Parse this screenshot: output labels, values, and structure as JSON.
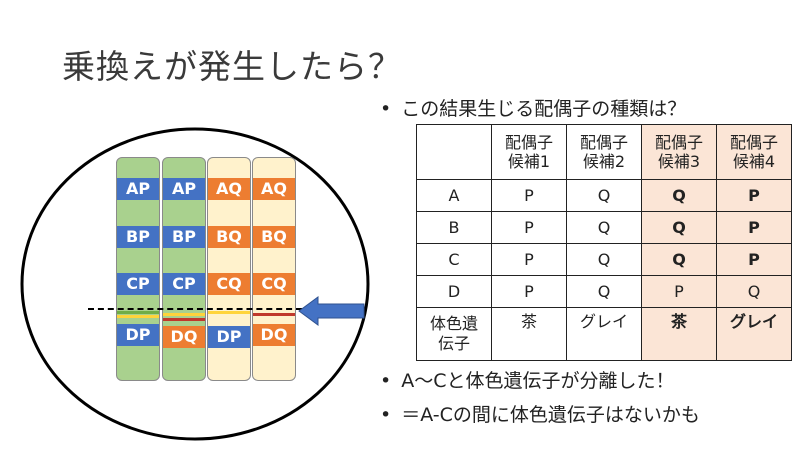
{
  "title": "乗換えが発生したら？",
  "bullets": {
    "top": "この結果生じる配偶子の種類は？",
    "b1": "A～Cと体色遺伝子が分離した！",
    "b2": "＝A-Cの間に体色遺伝子はないかも"
  },
  "chromosomes": {
    "c1": [
      "AP",
      "BP",
      "CP",
      "DP"
    ],
    "c2": [
      "AP",
      "BP",
      "CP",
      "DQ"
    ],
    "c3": [
      "AQ",
      "BQ",
      "CQ",
      "DP"
    ],
    "c4": [
      "AQ",
      "BQ",
      "CQ",
      "DQ"
    ]
  },
  "table": {
    "header": [
      "配偶子候補1",
      "配偶子候補2",
      "配偶子候補3",
      "配偶子候補4"
    ],
    "header_l1": [
      "配偶子",
      "配偶子",
      "配偶子",
      "配偶子"
    ],
    "header_l2": [
      "候補1",
      "候補2",
      "候補3",
      "候補4"
    ],
    "rows": [
      {
        "label": "A",
        "cells": [
          "P",
          "Q",
          "Q",
          "P"
        ]
      },
      {
        "label": "B",
        "cells": [
          "P",
          "Q",
          "Q",
          "P"
        ]
      },
      {
        "label": "C",
        "cells": [
          "P",
          "Q",
          "Q",
          "P"
        ]
      },
      {
        "label": "D",
        "cells": [
          "P",
          "Q",
          "P",
          "Q"
        ]
      }
    ],
    "last_label_l1": "体色遺",
    "last_label_l2": "伝子",
    "last_cells": [
      "茶",
      "グレイ",
      "茶",
      "グレイ"
    ]
  },
  "colors": {
    "blue_label": "#4472c4",
    "orange_label": "#ed7d31",
    "green_chrom": "#a9d18e",
    "cream_chrom": "#fff2cc",
    "highlight": "#fbe5d6",
    "arrow": "#4472c4"
  }
}
